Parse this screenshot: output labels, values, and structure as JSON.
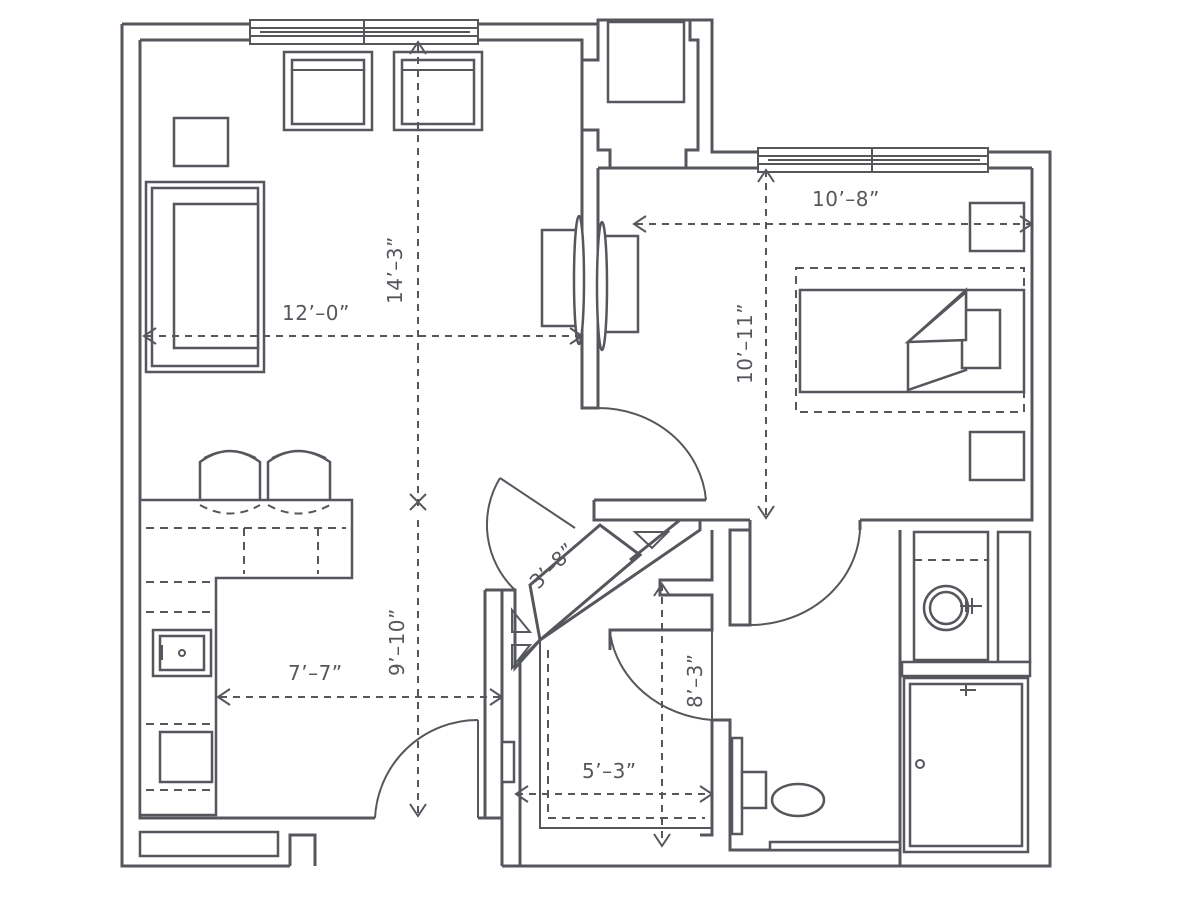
{
  "colors": {
    "line": "#55575c",
    "background": "#ffffff"
  },
  "dimensions": {
    "living_width": "12’–0”",
    "living_depth": "14’–3”",
    "bedroom_width": "10’–8”",
    "bedroom_depth": "10’–11”",
    "closet_width": "3’–8”",
    "kitchen_depth": "9’–10”",
    "kitchen_width": "7’–7”",
    "bath_depth": "8’–3”",
    "bath_width": "5’–3”"
  }
}
